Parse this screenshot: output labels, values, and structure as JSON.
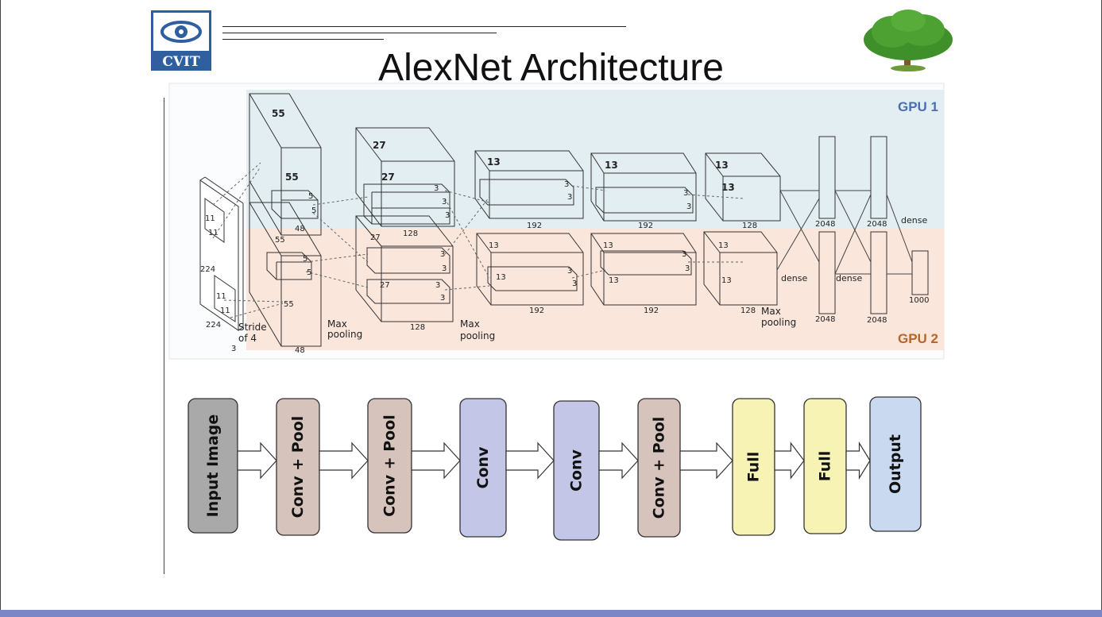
{
  "slide": {
    "title": "AlexNet Architecture",
    "logo_text": "CVIT"
  },
  "diagram": {
    "gpu1_label": "GPU 1",
    "gpu2_label": "GPU 2",
    "gpu1_color": "#4a6fb0",
    "gpu2_color": "#b8642a",
    "input": {
      "size": "224",
      "size2": "224",
      "channels": "3",
      "kernel": "11",
      "stride_line1": "Stride",
      "stride_line2": "of 4"
    },
    "conv1": {
      "h": "55",
      "w": "55",
      "depth": "48",
      "kernel": "5"
    },
    "conv2": {
      "h": "27",
      "w": "27",
      "depth": "128",
      "kernel": "3"
    },
    "conv3": {
      "h": "13",
      "depth": "192",
      "kernel": "3"
    },
    "conv4": {
      "h": "13",
      "depth": "192",
      "kernel": "3"
    },
    "conv5": {
      "h": "13",
      "depth": "128"
    },
    "fc": {
      "units": "2048",
      "output": "1000"
    },
    "labels": {
      "max_pooling_line1": "Max",
      "max_pooling_line2": "pooling",
      "dense": "dense"
    }
  },
  "flow": {
    "blocks": [
      {
        "label": "Input Image",
        "color": "#a9a9a9"
      },
      {
        "label": "Conv + Pool",
        "color": "#d6c3bb"
      },
      {
        "label": "Conv + Pool",
        "color": "#d6c3bb"
      },
      {
        "label": "Conv",
        "color": "#c3c6e6"
      },
      {
        "label": "Conv",
        "color": "#c3c6e6"
      },
      {
        "label": "Conv + Pool",
        "color": "#d6c3bb"
      },
      {
        "label": "Full",
        "color": "#f6f3b4"
      },
      {
        "label": "Full",
        "color": "#f6f3b4"
      },
      {
        "label": "Output",
        "color": "#c9daf0"
      }
    ]
  },
  "colors": {
    "bottom_bar": "#7b86c6",
    "gpu1_band": "#e3eef3",
    "gpu2_band": "#fbe6dc"
  }
}
